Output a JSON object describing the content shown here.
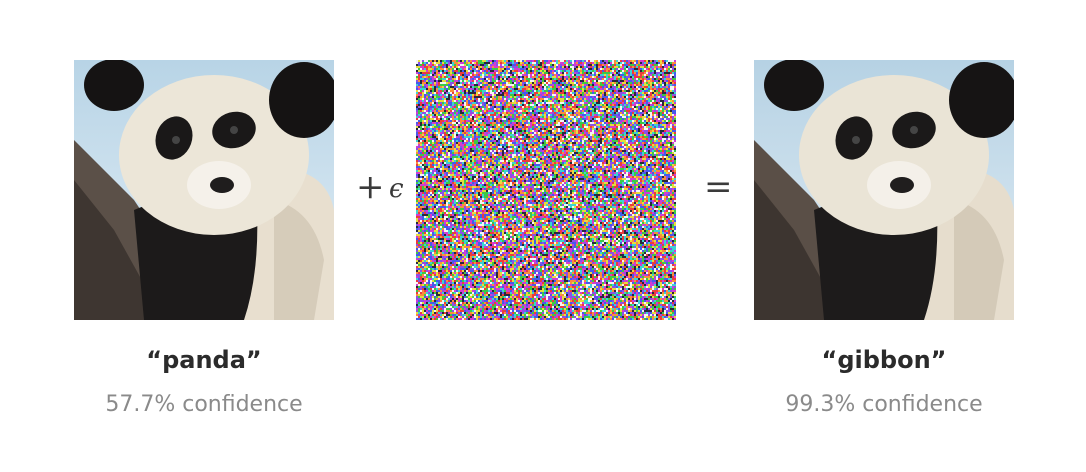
{
  "left": {
    "label": "“panda”",
    "confidence": "57.7% confidence"
  },
  "operators": {
    "plus": "+",
    "epsilon": "ϵ",
    "equals": "="
  },
  "right": {
    "label": "“gibbon”",
    "confidence": "99.3% confidence"
  },
  "colors": {
    "caption_label": "#2b2b2b",
    "caption_confidence": "#8a8a8a",
    "operator": "#3a3a3a"
  }
}
